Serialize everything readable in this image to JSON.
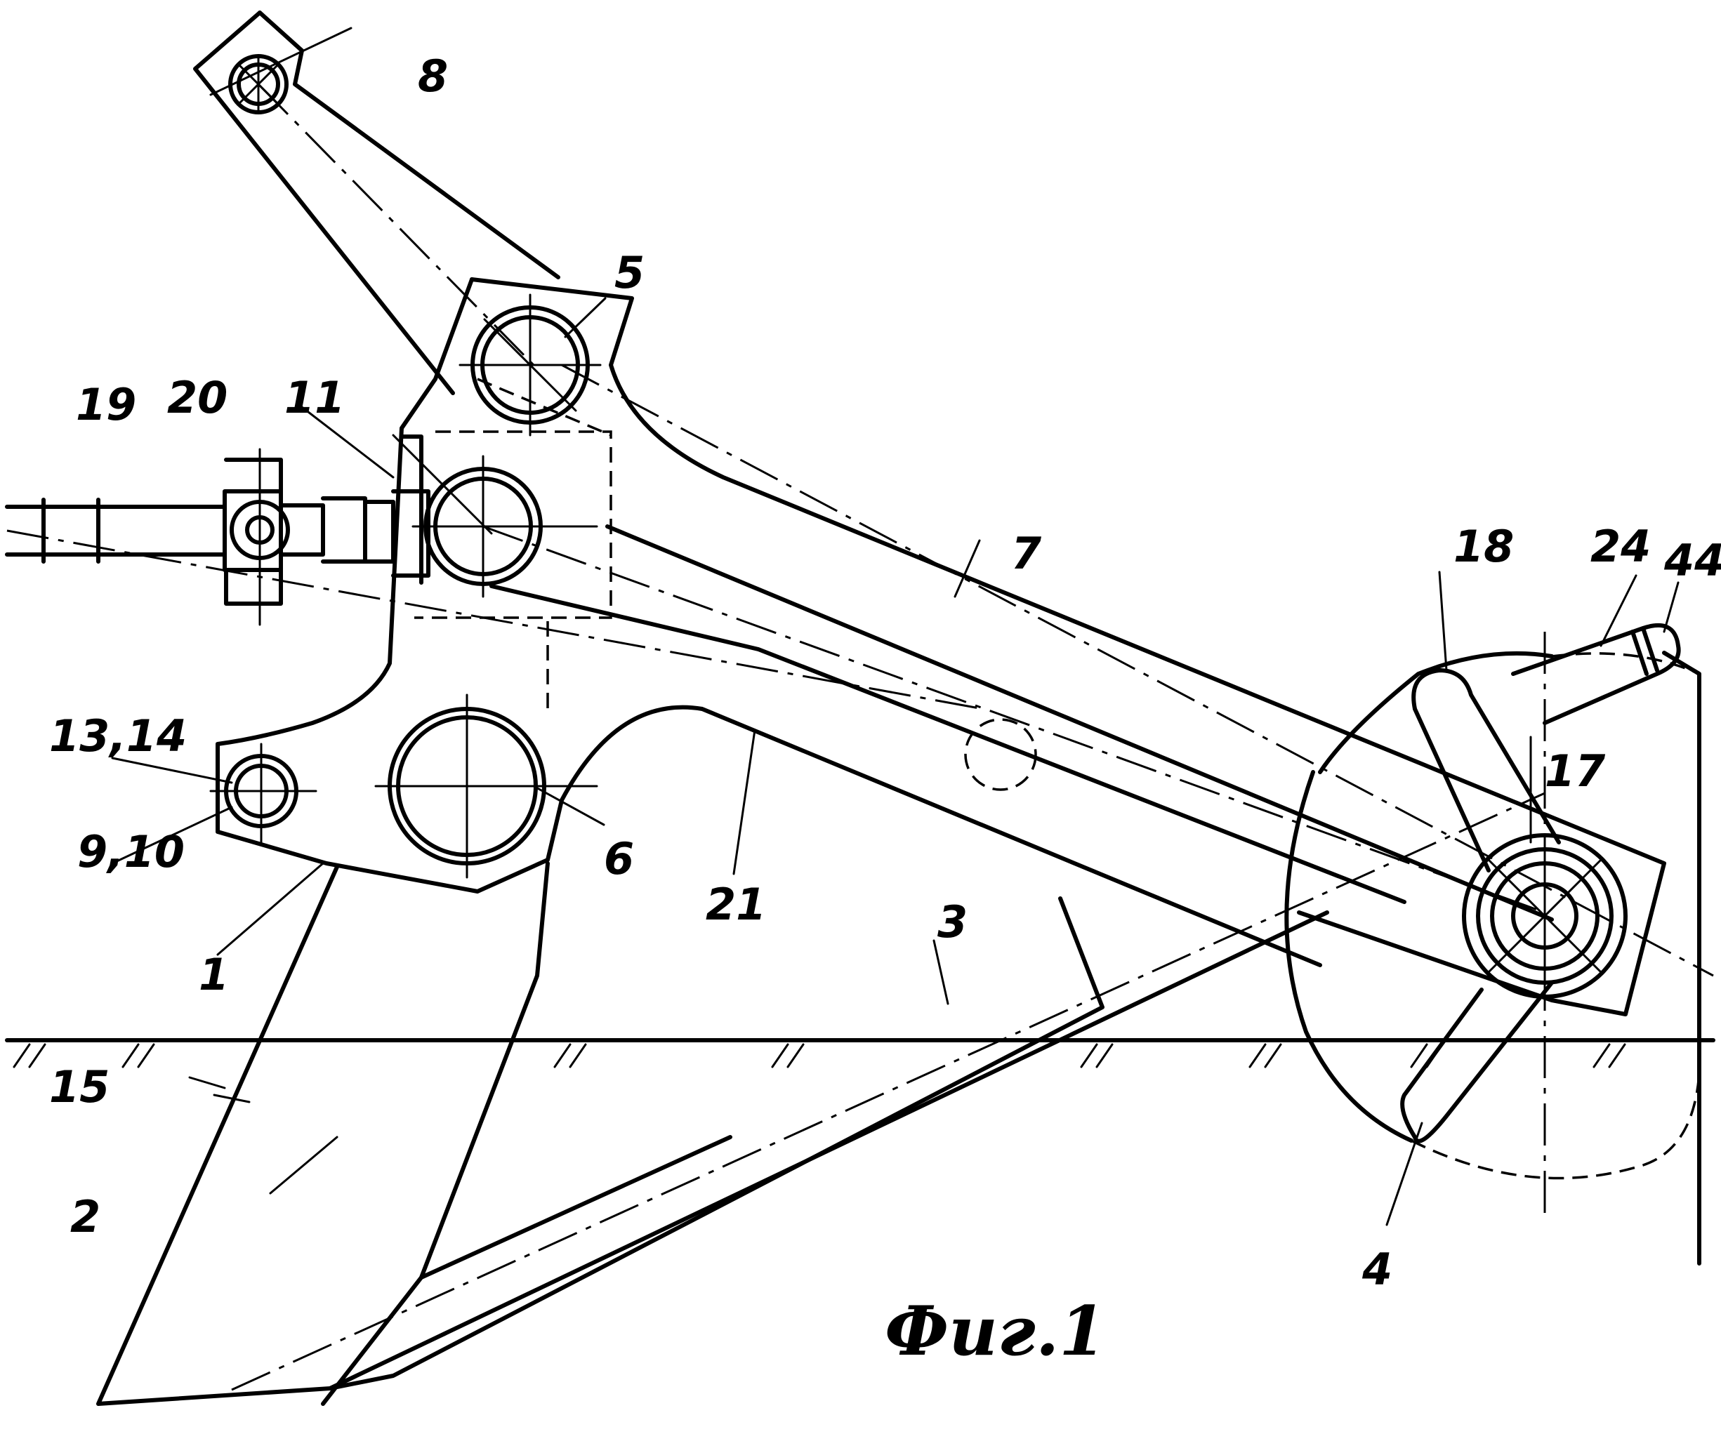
{
  "figure": {
    "caption": "Фиг.1",
    "labels": {
      "l8": "8",
      "l5": "5",
      "l19": "19",
      "l20": "20",
      "l11": "11",
      "l7": "7",
      "l18": "18",
      "l24": "24",
      "l44": "44",
      "l13_14": "13,14",
      "l17": "17",
      "l9_10": "9,10",
      "l6": "6",
      "l21": "21",
      "l3": "3",
      "l1": "1",
      "l15": "15",
      "l2": "2",
      "l4": "4"
    }
  }
}
